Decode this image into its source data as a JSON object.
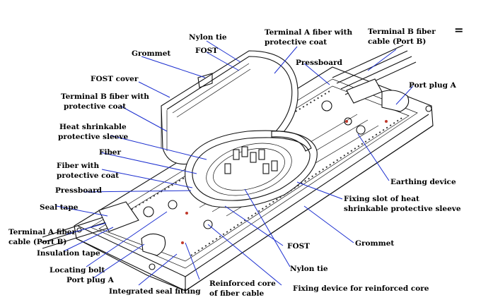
{
  "labels": {
    "nylon_tie_top": "Nylon tie",
    "fost_top": "FOST",
    "grommet_top": "Grommet",
    "fost_cover": "FOST cover",
    "terminal_b_coat_1": "Terminal B fiber with",
    "terminal_b_coat_2": "protective coat",
    "heat_sleeve_1": "Heat shrinkable",
    "heat_sleeve_2": "protective sleeve",
    "fiber": "Fiber",
    "fiber_coat_1": "Fiber  with",
    "fiber_coat_2": "protective coat",
    "pressboard_left": "Pressboard",
    "seal_tape": "Seal tape",
    "terminal_a_cable_1": "Terminal A fiber",
    "terminal_a_cable_2": "cable (Port B)",
    "insulation_tape": "Insulation tape",
    "locating_bolt": "Locating bolt",
    "port_plug_a_left": "Port plug A",
    "integrated_seal": "Integrated seal fitting",
    "reinforced_core_1": "Reinforced core",
    "reinforced_core_2": "of fiber cable",
    "fixing_device": "Fixing device for reinforced core",
    "nylon_tie_bottom": "Nylon tie",
    "fost_bottom": "FOST",
    "grommet_bottom": "Grommet",
    "fixing_slot_1": "Fixing slot of heat",
    "fixing_slot_2": "shrinkable protective sleeve",
    "earthing_device": "Earthing device",
    "port_plug_a_right": "Port plug A",
    "pressboard_top": "Pressboard",
    "terminal_a_coat_1": "Terminal A fiber with",
    "terminal_a_coat_2": "protective coat",
    "terminal_b_cable_1": "Terminal B fiber",
    "terminal_b_cable_2": "cable (Port B)",
    "corner_mark": "="
  }
}
